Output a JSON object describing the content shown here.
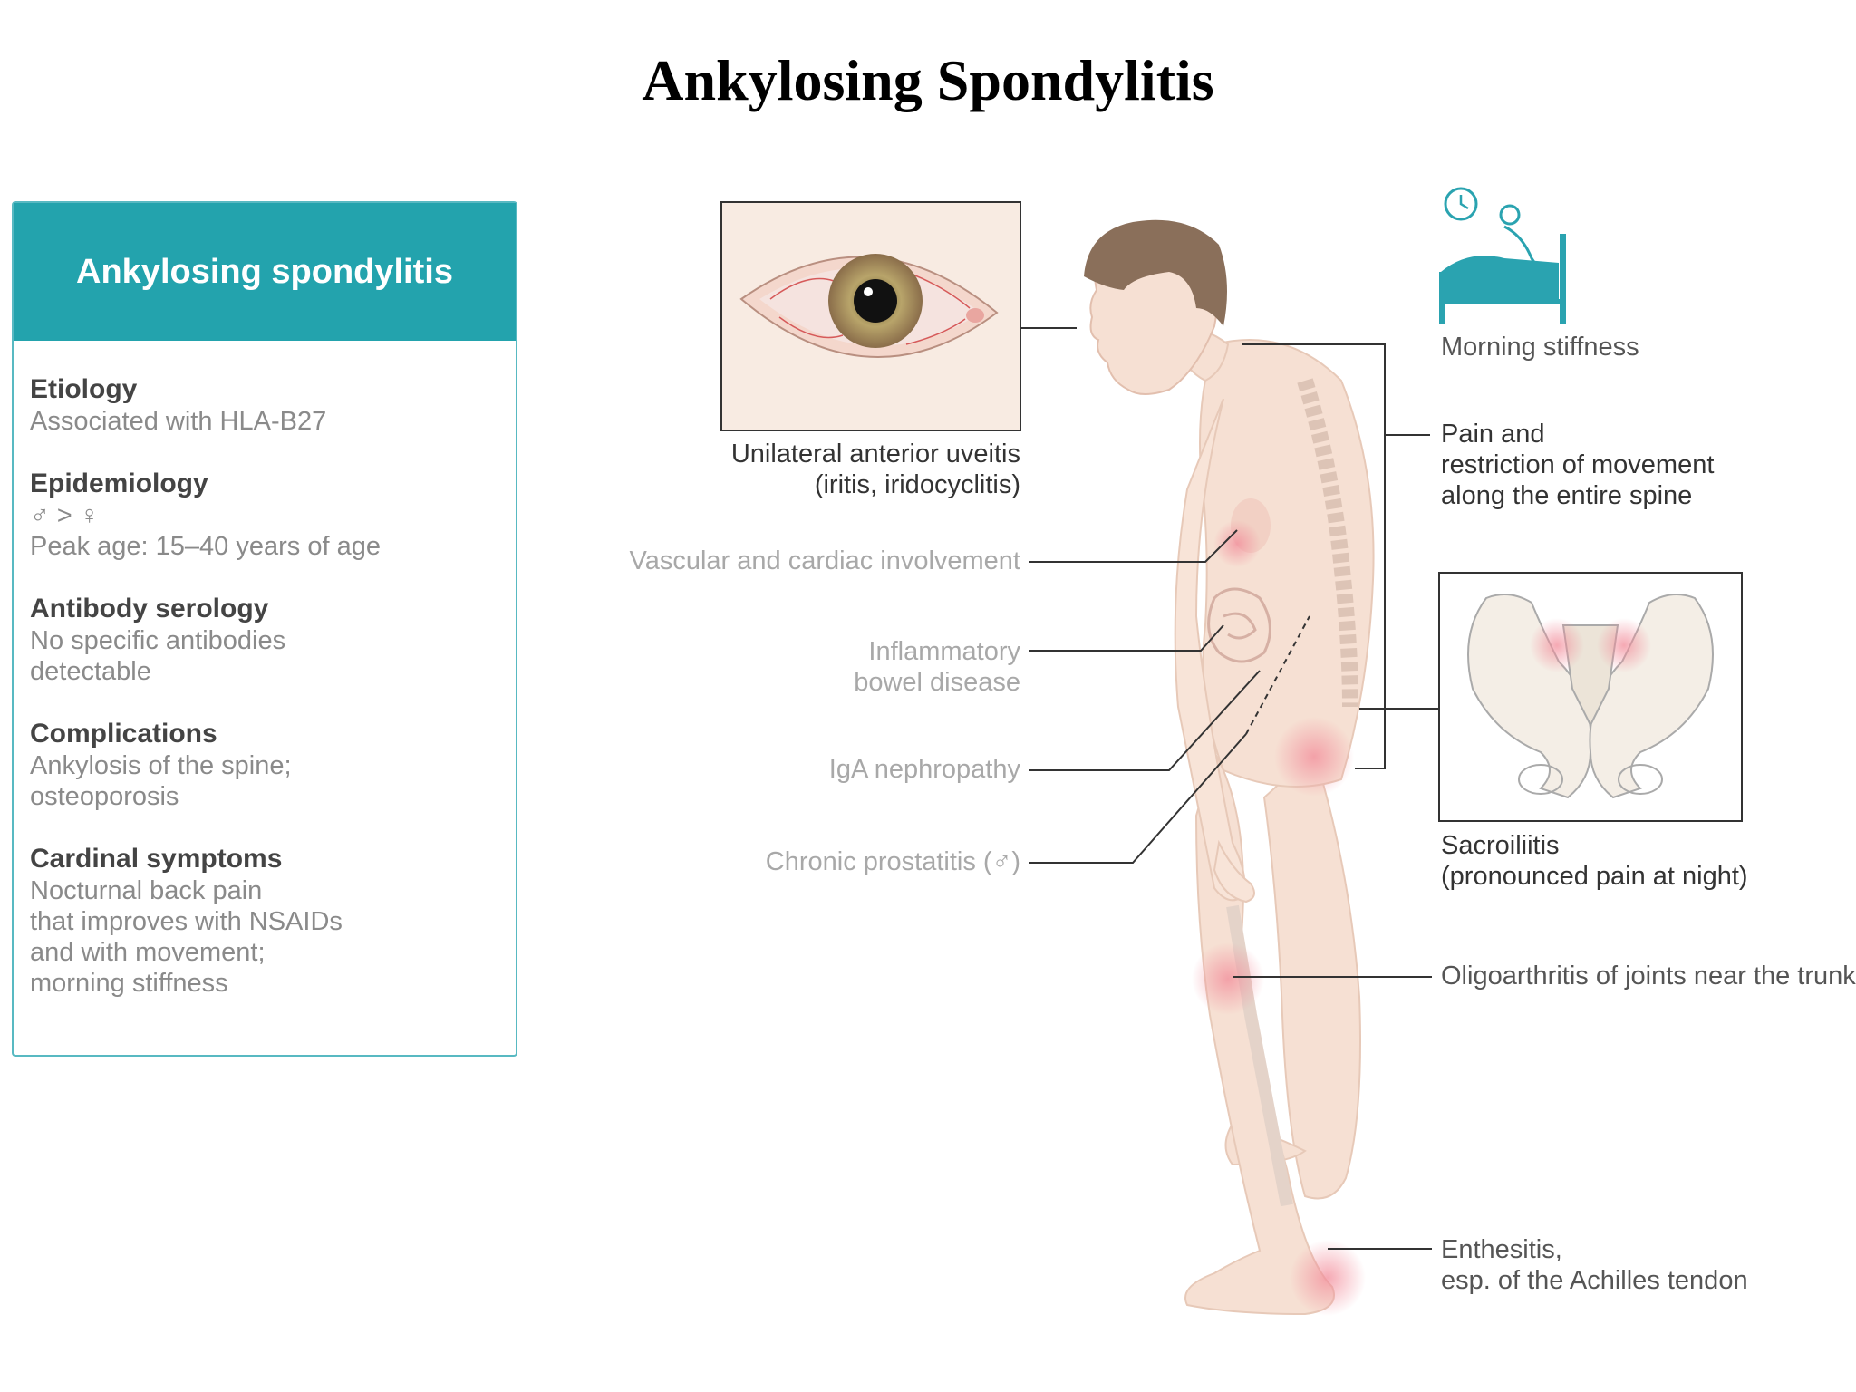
{
  "title": "Ankylosing Spondylitis",
  "card": {
    "header": "Ankylosing spondylitis",
    "sections": [
      {
        "title": "Etiology",
        "lines": [
          "Associated with HLA-B27"
        ]
      },
      {
        "title": "Epidemiology",
        "lines": [
          "♂ > ♀",
          "Peak age: 15–40 years of age"
        ]
      },
      {
        "title": "Antibody serology",
        "lines": [
          "No specific antibodies",
          "detectable"
        ]
      },
      {
        "title": "Complications",
        "lines": [
          "Ankylosis of the spine;",
          "osteoporosis"
        ]
      },
      {
        "title": "Cardinal symptoms",
        "lines": [
          "Nocturnal back pain",
          "that improves with NSAIDs",
          "and with movement;",
          "morning stiffness"
        ]
      }
    ]
  },
  "labels": {
    "uveitis": [
      "Unilateral anterior uveitis",
      "(iritis, iridocyclitis)"
    ],
    "vascular": "Vascular and cardiac involvement",
    "ibd": [
      "Inflammatory",
      "bowel disease"
    ],
    "iga": "IgA nephropathy",
    "prostatitis": "Chronic prostatitis (♂)",
    "morning": "Morning stiffness",
    "spine": [
      "Pain and",
      "restriction of movement",
      "along the entire spine"
    ],
    "sacroiliitis": [
      "Sacroiliitis",
      "(pronounced pain at night)"
    ],
    "oligo": "Oligoarthritis of joints near the trunk",
    "enthesitis": [
      "Enthesitis,",
      "esp. of the Achilles tendon"
    ]
  },
  "colors": {
    "header": "#23a3ad",
    "border": "#58b9c2",
    "inflammation": "#f28c9a",
    "skin": "#f6e0d3",
    "hair": "#8a6f5a",
    "bed_icon": "#2aa3b0"
  }
}
